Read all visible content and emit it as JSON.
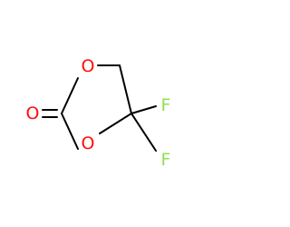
{
  "molecule": {
    "atoms": [
      {
        "id": "o_carbonyl",
        "label": "O",
        "color": "#ff0d0d"
      },
      {
        "id": "o_ring_top",
        "label": "O",
        "color": "#ff0d0d"
      },
      {
        "id": "o_ring_bottom",
        "label": "O",
        "color": "#ff0d0d"
      },
      {
        "id": "f_top",
        "label": "F",
        "color": "#90e050"
      },
      {
        "id": "f_bottom",
        "label": "F",
        "color": "#90e050"
      }
    ],
    "bond_color": "#000000"
  }
}
